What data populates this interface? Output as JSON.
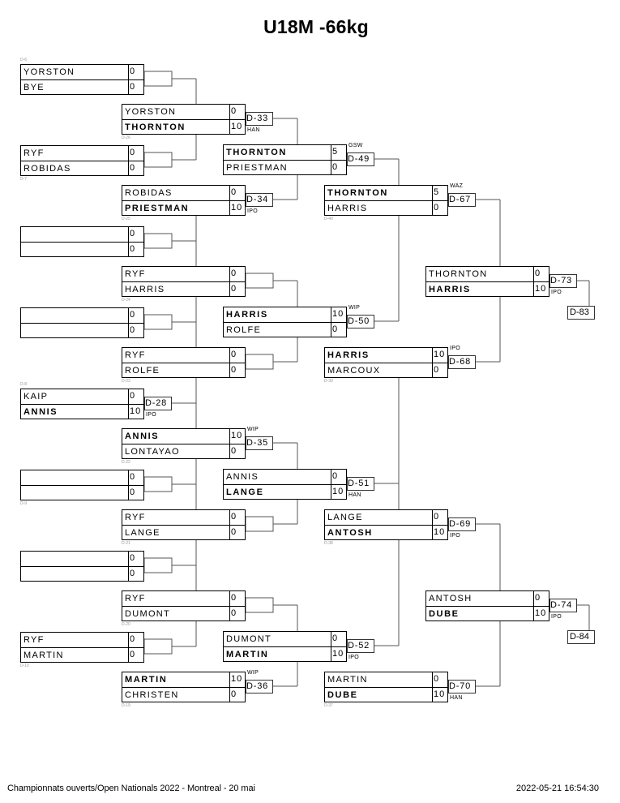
{
  "title": "U18M -66kg",
  "footer": {
    "event": "Championnats ouverts/Open Nationals 2022 - Montreal - 20 mai",
    "timestamp": "2022-05-21 16:54:30"
  },
  "colors": {
    "line": "#555555",
    "text": "#000000",
    "label": "#999999"
  },
  "rounds": [
    {
      "name": "round-1",
      "matches": [
        {
          "id": "D-6",
          "p1": "YORSTON",
          "s1": "0",
          "p2": "BYE",
          "s2": "0",
          "winner": 0
        },
        {
          "id": "D-7",
          "p1": "RYF",
          "s1": "0",
          "p2": "ROBIDAS",
          "s2": "0",
          "winner": 0
        },
        {
          "id": "",
          "p1": "",
          "s1": "0",
          "p2": "",
          "s2": "0",
          "winner": 0
        },
        {
          "id": "",
          "p1": "",
          "s1": "0",
          "p2": "",
          "s2": "0",
          "winner": 0
        },
        {
          "id": "D-8",
          "p1": "KAIP",
          "s1": "0",
          "p2": "ANNIS",
          "s2": "10",
          "winner": 2,
          "result": "D-28",
          "tag": "IPO"
        },
        {
          "id": "D-9",
          "p1": "",
          "s1": "0",
          "p2": "",
          "s2": "0",
          "winner": 0
        },
        {
          "id": "",
          "p1": "",
          "s1": "0",
          "p2": "",
          "s2": "0",
          "winner": 0
        },
        {
          "id": "D-10",
          "p1": "RYF",
          "s1": "0",
          "p2": "MARTIN",
          "s2": "0",
          "winner": 0
        }
      ]
    },
    {
      "name": "round-2",
      "matches": [
        {
          "id": "D-26",
          "p1": "YORSTON",
          "s1": "0",
          "p2": "THORNTON",
          "s2": "10",
          "winner": 2,
          "result": "D-33",
          "tag": "HAN"
        },
        {
          "id": "D-25",
          "p1": "ROBIDAS",
          "s1": "0",
          "p2": "PRIESTMAN",
          "s2": "10",
          "winner": 2,
          "result": "D-34",
          "tag": "IPO"
        },
        {
          "id": "D-24",
          "p1": "RYF",
          "s1": "0",
          "p2": "HARRIS",
          "s2": "0",
          "winner": 0
        },
        {
          "id": "D-23",
          "p1": "RYF",
          "s1": "0",
          "p2": "ROLFE",
          "s2": "0",
          "winner": 0
        },
        {
          "id": "D-22",
          "p1": "ANNIS",
          "s1": "10",
          "p2": "LONTAYAO",
          "s2": "0",
          "winner": 1,
          "result": "D-35",
          "tag": "WIP"
        },
        {
          "id": "D-21",
          "p1": "RYF",
          "s1": "0",
          "p2": "LANGE",
          "s2": "0",
          "winner": 0
        },
        {
          "id": "D-20",
          "p1": "RYF",
          "s1": "0",
          "p2": "DUMONT",
          "s2": "0",
          "winner": 0
        },
        {
          "id": "D-19",
          "p1": "MARTIN",
          "s1": "10",
          "p2": "CHRISTEN",
          "s2": "0",
          "winner": 1,
          "result": "D-36",
          "tag": "WIP"
        }
      ]
    },
    {
      "name": "round-3",
      "matches": [
        {
          "id": "",
          "p1": "THORNTON",
          "s1": "5",
          "p2": "PRIESTMAN",
          "s2": "0",
          "winner": 1,
          "result": "D-49",
          "tag": "GSW"
        },
        {
          "id": "",
          "p1": "HARRIS",
          "s1": "10",
          "p2": "ROLFE",
          "s2": "0",
          "winner": 1,
          "result": "D-50",
          "tag": "WIP"
        },
        {
          "id": "",
          "p1": "ANNIS",
          "s1": "0",
          "p2": "LANGE",
          "s2": "10",
          "winner": 2,
          "result": "D-51",
          "tag": "HAN"
        },
        {
          "id": "",
          "p1": "DUMONT",
          "s1": "0",
          "p2": "MARTIN",
          "s2": "10",
          "winner": 2,
          "result": "D-52",
          "tag": "IPO"
        }
      ]
    },
    {
      "name": "round-4",
      "matches": [
        {
          "id": "D-40",
          "p1": "THORNTON",
          "s1": "5",
          "p2": "HARRIS",
          "s2": "0",
          "winner": 1,
          "result": "D-67",
          "tag": "WAZ"
        },
        {
          "id": "D-39",
          "p1": "HARRIS",
          "s1": "10",
          "p2": "MARCOUX",
          "s2": "0",
          "winner": 1,
          "result": "D-68",
          "tag": "IPO"
        },
        {
          "id": "D-38",
          "p1": "LANGE",
          "s1": "0",
          "p2": "ANTOSH",
          "s2": "10",
          "winner": 2,
          "result": "D-69",
          "tag": "IPO"
        },
        {
          "id": "D-37",
          "p1": "MARTIN",
          "s1": "0",
          "p2": "DUBE",
          "s2": "10",
          "winner": 2,
          "result": "D-70",
          "tag": "HAN"
        }
      ]
    },
    {
      "name": "round-5",
      "matches": [
        {
          "id": "",
          "p1": "THORNTON",
          "s1": "0",
          "p2": "HARRIS",
          "s2": "10",
          "winner": 2,
          "result": "D-73",
          "tag": "IPO",
          "next": "D-83"
        },
        {
          "id": "",
          "p1": "ANTOSH",
          "s1": "0",
          "p2": "DUBE",
          "s2": "10",
          "winner": 2,
          "result": "D-74",
          "tag": "IPO",
          "next": "D-84"
        }
      ]
    }
  ]
}
